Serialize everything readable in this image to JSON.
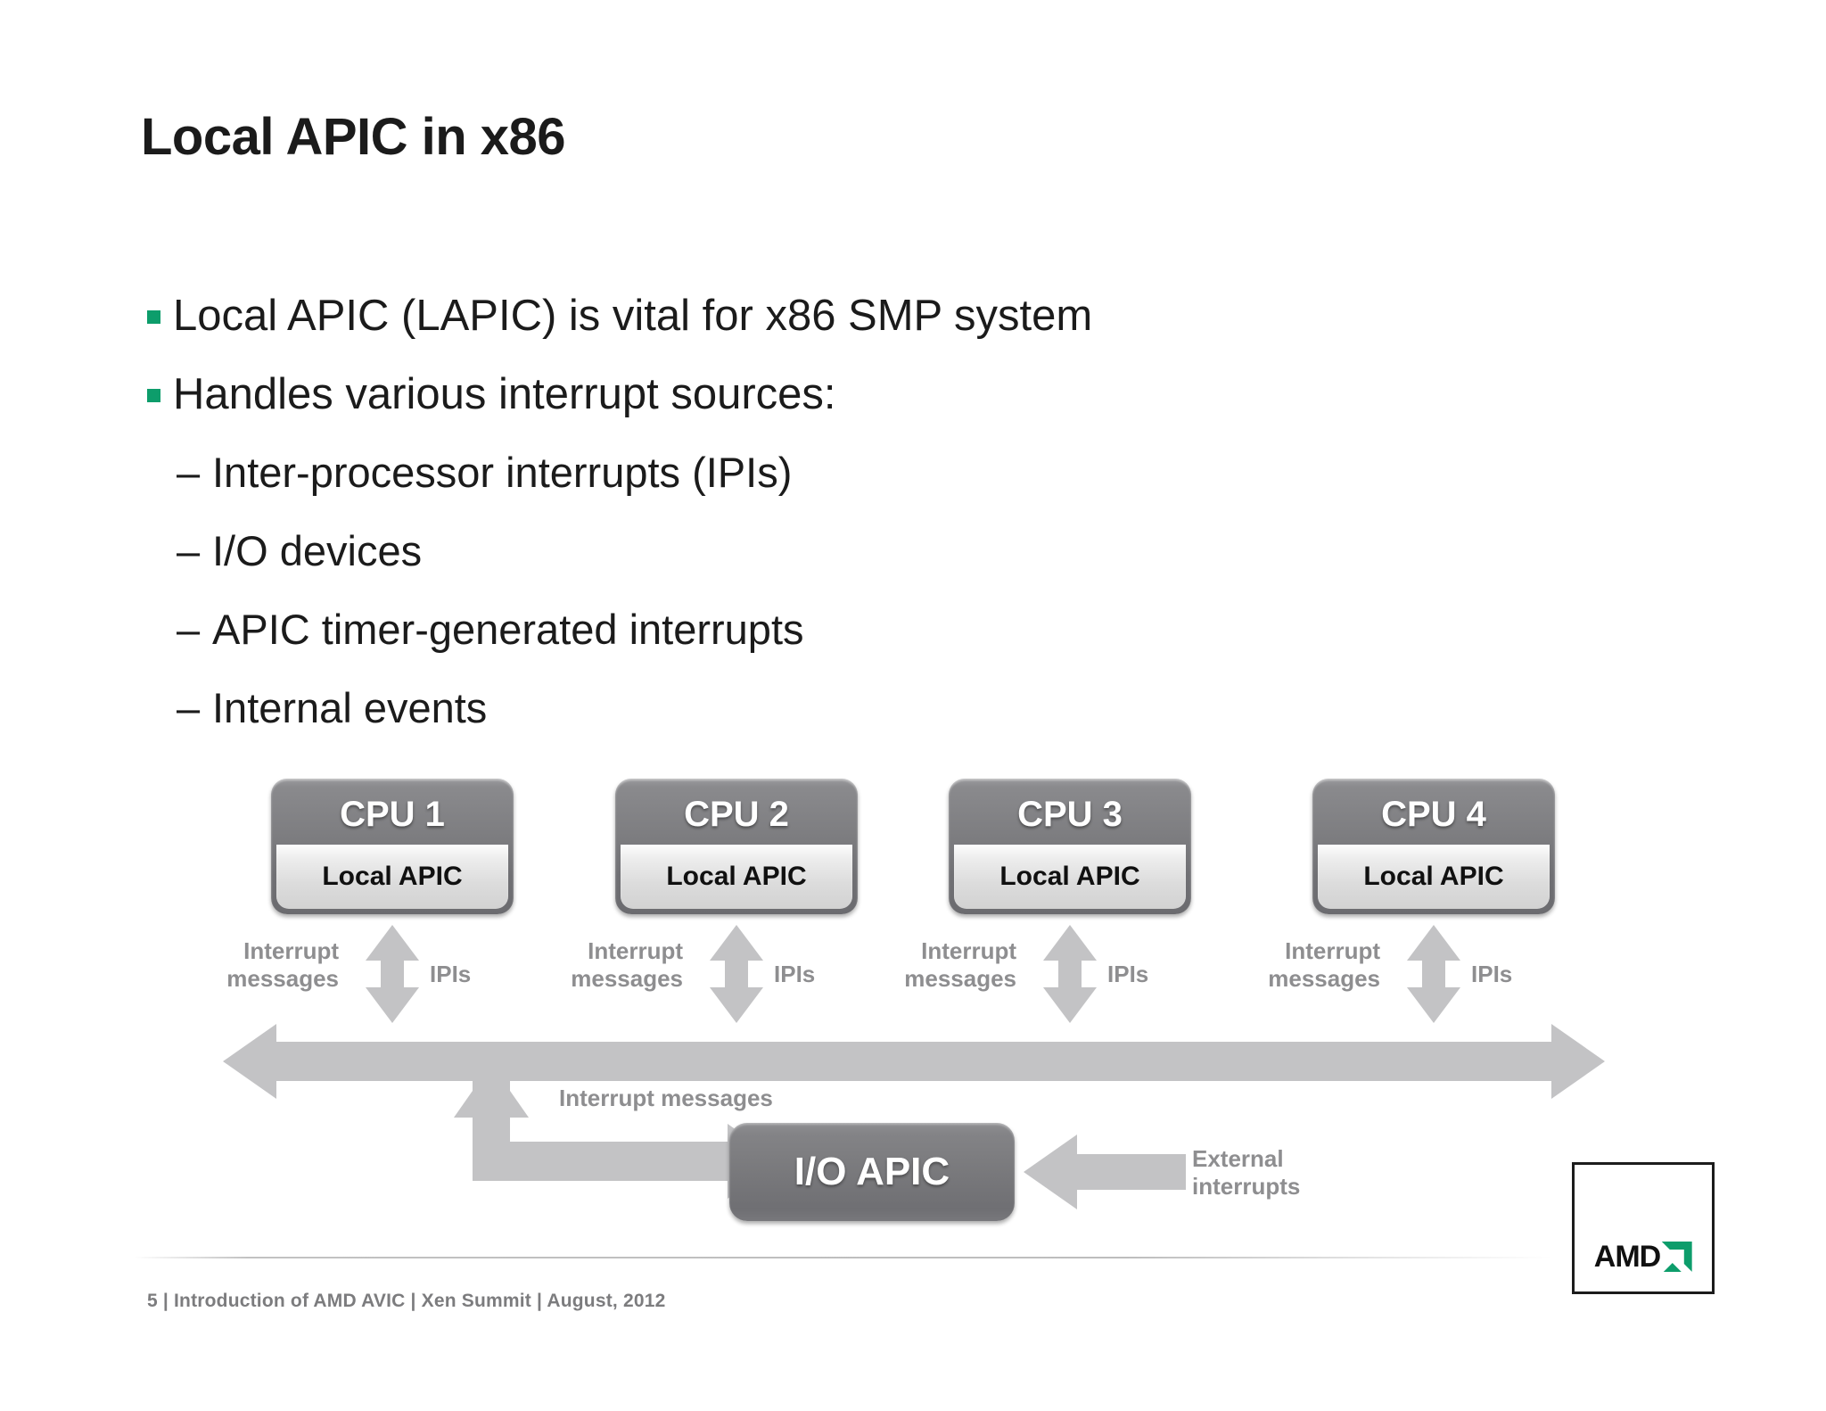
{
  "slide": {
    "title": "Local APIC in x86",
    "bullets": [
      {
        "level": 1,
        "marker": "square",
        "text": "Local APIC (LAPIC) is vital for x86 SMP system"
      },
      {
        "level": 1,
        "marker": "square",
        "text": "Handles various interrupt sources:"
      },
      {
        "level": 2,
        "marker": "dash",
        "dash": "–",
        "text": "Inter-processor interrupts (IPIs)"
      },
      {
        "level": 2,
        "marker": "dash",
        "dash": "–",
        "text": "I/O devices"
      },
      {
        "level": 2,
        "marker": "dash",
        "dash": "–",
        "text": "APIC timer-generated interrupts"
      },
      {
        "level": 2,
        "marker": "dash",
        "dash": "–",
        "text": "Internal events"
      }
    ]
  },
  "diagram": {
    "cpus": [
      {
        "title": "CPU 1",
        "lapic": "Local APIC",
        "left_label": "Interrupt\nmessages",
        "left_label_line1": "Interrupt",
        "left_label_line2": "messages",
        "right_label": "IPIs"
      },
      {
        "title": "CPU 2",
        "lapic": "Local APIC",
        "left_label_line1": "Interrupt",
        "left_label_line2": "messages",
        "right_label": "IPIs"
      },
      {
        "title": "CPU 3",
        "lapic": "Local APIC",
        "left_label_line1": "Interrupt",
        "left_label_line2": "messages",
        "right_label": "IPIs"
      },
      {
        "title": "CPU 4",
        "lapic": "Local APIC",
        "left_label_line1": "Interrupt",
        "left_label_line2": "messages",
        "right_label": "IPIs"
      }
    ],
    "bus_label": "",
    "io_apic": {
      "title": "I/O APIC"
    },
    "io_apic_up_label": "Interrupt messages",
    "external_label_line1": "External",
    "external_label_line2": "interrupts",
    "arrow_color": "#c3c3c5",
    "box_gray": "#7a7a7e",
    "label_gray": "#8e8e90"
  },
  "footer": {
    "page_number": "5",
    "sep": "|",
    "deck_title": "Introduction of AMD AVIC",
    "event": "Xen Summit",
    "date": "August, 2012",
    "full": "5  |  Introduction of AMD AVIC  |  Xen Summit  |  August, 2012"
  },
  "logo": {
    "wordmark": "AMD",
    "accent_color": "#0d9d6b"
  },
  "theme": {
    "accent_green": "#0d9d6b",
    "text_black": "#1b1b1b",
    "muted_gray": "#7c7c7e"
  }
}
